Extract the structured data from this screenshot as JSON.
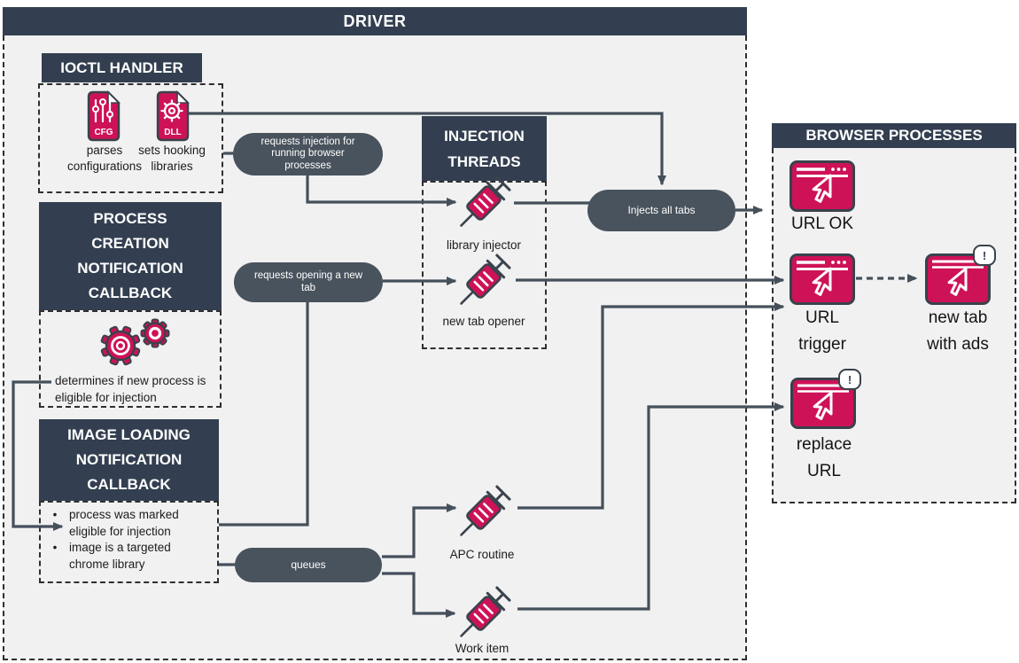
{
  "colors": {
    "header_navy": "#333F50",
    "pill_slate": "#49535D",
    "accent_pink": "#CE1257",
    "connector": "#45505B",
    "panel_bg": "#F1F1F2"
  },
  "driver": {
    "title": "DRIVER",
    "ioctl": {
      "title": "IOCTL HANDLER",
      "cfg_label": "CFG",
      "cfg_caption": "parses configurations",
      "dll_label": "DLL",
      "dll_caption": "sets hooking libraries"
    },
    "process_creation": {
      "title_lines": [
        "PROCESS",
        "CREATION",
        "NOTIFICATION",
        "CALLBACK"
      ],
      "caption": "determines if new process is eligible for injection"
    },
    "image_loading": {
      "title_lines": [
        "IMAGE LOADING",
        "NOTIFICATION",
        "CALLBACK"
      ],
      "bullets": [
        "process was marked eligible for injection",
        "image is a targeted chrome library"
      ]
    },
    "injection_threads": {
      "title_lines": [
        "INJECTION",
        "THREADS"
      ],
      "library_injector_label": "library injector",
      "new_tab_opener_label": "new tab opener"
    },
    "apc_routine_label": "APC routine",
    "work_item_label": "Work item",
    "pills": {
      "requests_injection": "requests injection for running browser processes",
      "requests_new_tab": "requests opening a new tab",
      "injects_all_tabs": "Injects all tabs",
      "queues": "queues"
    }
  },
  "browser_processes": {
    "title": "BROWSER PROCESSES",
    "url_ok_label": "URL OK",
    "url_trigger_lines": [
      "URL",
      "trigger"
    ],
    "new_tab_lines": [
      "new tab",
      "with ads"
    ],
    "replace_url_lines": [
      "replace",
      "URL"
    ],
    "alert_badge": "!"
  }
}
